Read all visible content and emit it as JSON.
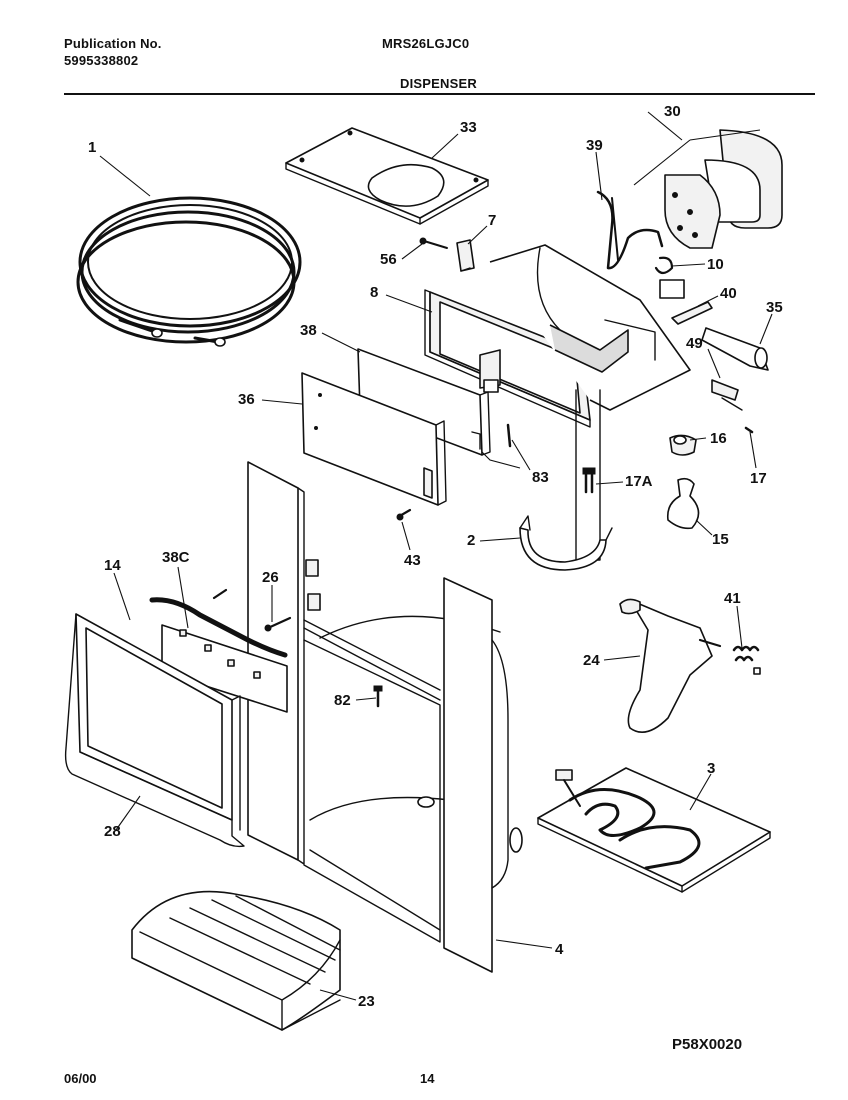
{
  "header": {
    "publication_label": "Publication No.",
    "publication_number": "5995338802",
    "model": "MRS26LGJC0",
    "section": "DISPENSER"
  },
  "footer": {
    "date": "06/00",
    "page": "14",
    "diagram_code": "P58X0020"
  },
  "callouts": [
    "1",
    "33",
    "30",
    "39",
    "7",
    "56",
    "10",
    "8",
    "40",
    "35",
    "38",
    "49",
    "36",
    "16",
    "83",
    "17A",
    "17",
    "2",
    "15",
    "43",
    "38C",
    "14",
    "26",
    "41",
    "24",
    "82",
    "3",
    "28",
    "4",
    "23"
  ]
}
